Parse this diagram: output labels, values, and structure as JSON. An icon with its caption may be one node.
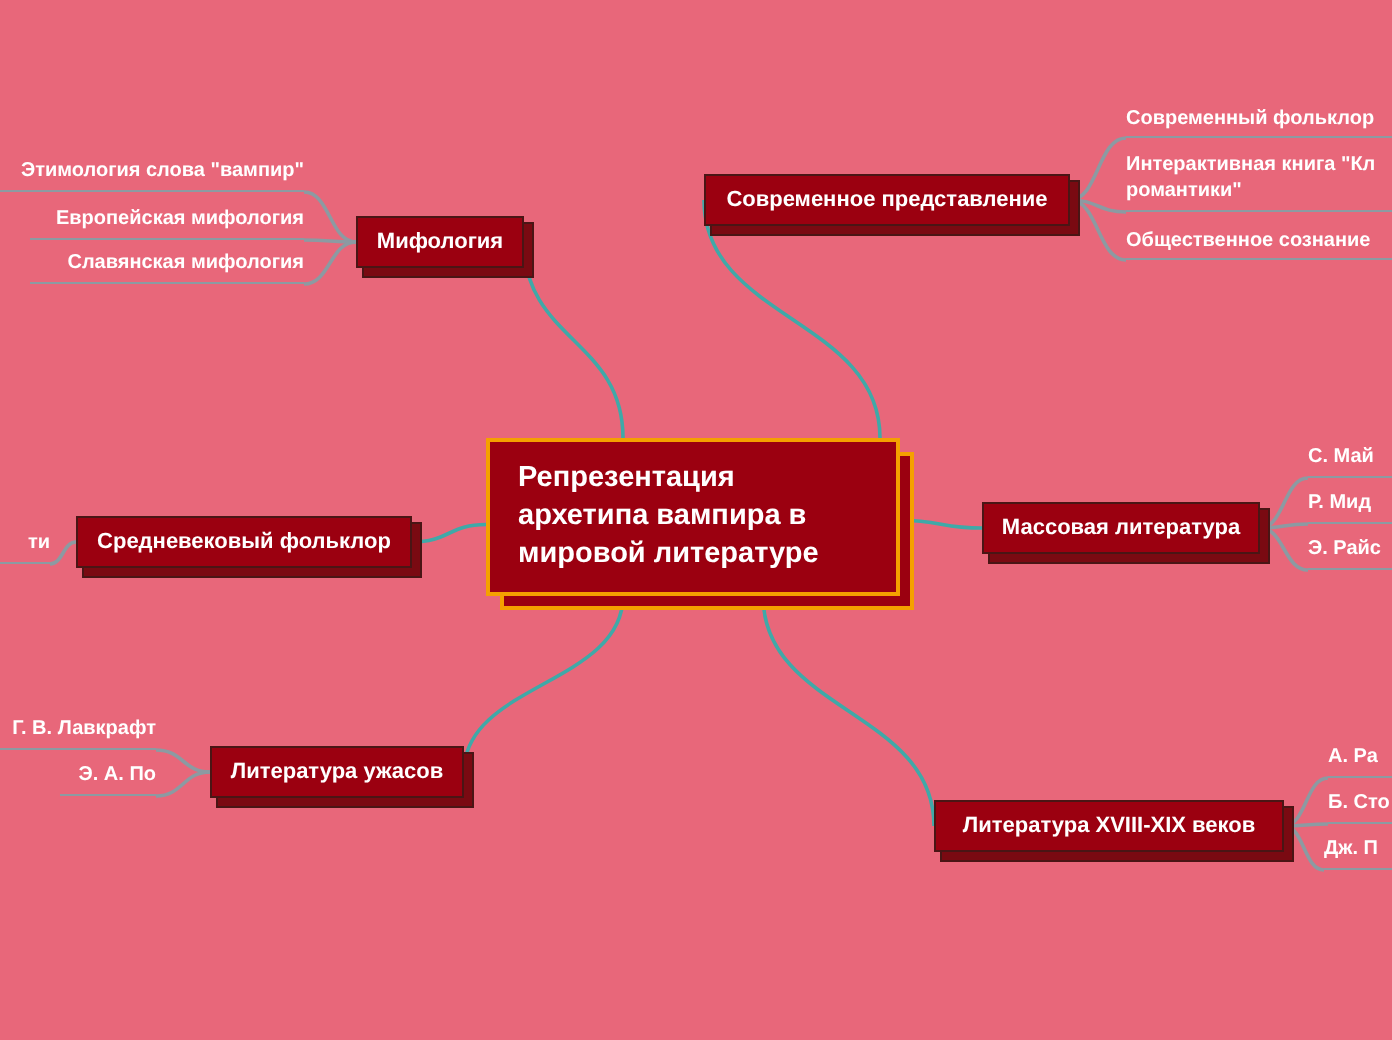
{
  "diagram": {
    "nodes": [
      {
        "text": [
          "Репрезентация архетипа вампира в мировой литературе"
        ]
      },
      {
        "text": [
          "Современное представление"
        ]
      },
      {
        "text": [
          "Современный фольклор"
        ]
      },
      {
        "text": [
          "Интерактивная книга \"Кл романтики\""
        ]
      },
      {
        "text": [
          "Общественное сознание"
        ]
      },
      {
        "text": [
          "Мифология"
        ]
      },
      {
        "text": [
          "Этимология слова \"вампир\""
        ]
      },
      {
        "text": [
          "Европейская мифология"
        ]
      },
      {
        "text": [
          "Славянская мифология"
        ]
      },
      {
        "text": [
          "Средневековый фольклор"
        ]
      },
      {
        "text": [
          "ти"
        ]
      },
      {
        "text": [
          "Массовая литература"
        ]
      },
      {
        "text": [
          "С. Май"
        ]
      },
      {
        "text": [
          "Р. Мид"
        ]
      },
      {
        "text": [
          "Э. Райс"
        ]
      },
      {
        "text": [
          "Литература ужасов"
        ]
      },
      {
        "text": [
          "Г. В. Лавкрафт"
        ]
      },
      {
        "text": [
          "Э. А. По"
        ]
      },
      {
        "text": [
          "Литература XVIII-XIX веков"
        ]
      },
      {
        "text": [
          "А. Ра"
        ]
      },
      {
        "text": [
          "Б. Сто"
        ]
      },
      {
        "text": [
          "Дж. П"
        ]
      }
    ],
    "edges": [
      {
        "from": 0,
        "to": 1,
        "arrow": "none",
        "color": "#3fa9a8"
      },
      {
        "from": 1,
        "to": 2,
        "arrow": "none"
      },
      {
        "from": 1,
        "to": 3,
        "arrow": "none"
      },
      {
        "from": 1,
        "to": 4,
        "arrow": "none"
      },
      {
        "from": 0,
        "to": 5,
        "arrow": "none",
        "color": "#3fa9a8"
      },
      {
        "from": 5,
        "to": 6,
        "arrow": "none"
      },
      {
        "from": 5,
        "to": 7,
        "arrow": "none"
      },
      {
        "from": 5,
        "to": 8,
        "arrow": "none"
      },
      {
        "from": 0,
        "to": 9,
        "arrow": "none",
        "color": "#3fa9a8"
      },
      {
        "from": 9,
        "to": 10,
        "arrow": "none"
      },
      {
        "from": 0,
        "to": 11,
        "arrow": "none",
        "color": "#3fa9a8"
      },
      {
        "from": 11,
        "to": 12,
        "arrow": "none"
      },
      {
        "from": 11,
        "to": 13,
        "arrow": "none"
      },
      {
        "from": 11,
        "to": 14,
        "arrow": "none"
      },
      {
        "from": 0,
        "to": 15,
        "arrow": "none",
        "color": "#3fa9a8"
      },
      {
        "from": 15,
        "to": 16,
        "arrow": "none"
      },
      {
        "from": 15,
        "to": 17,
        "arrow": "none"
      },
      {
        "from": 0,
        "to": 18,
        "arrow": "none",
        "color": "#3fa9a8"
      },
      {
        "from": 18,
        "to": 19,
        "arrow": "none"
      },
      {
        "from": 18,
        "to": 20,
        "arrow": "none"
      },
      {
        "from": 18,
        "to": 21,
        "arrow": "none"
      }
    ]
  }
}
